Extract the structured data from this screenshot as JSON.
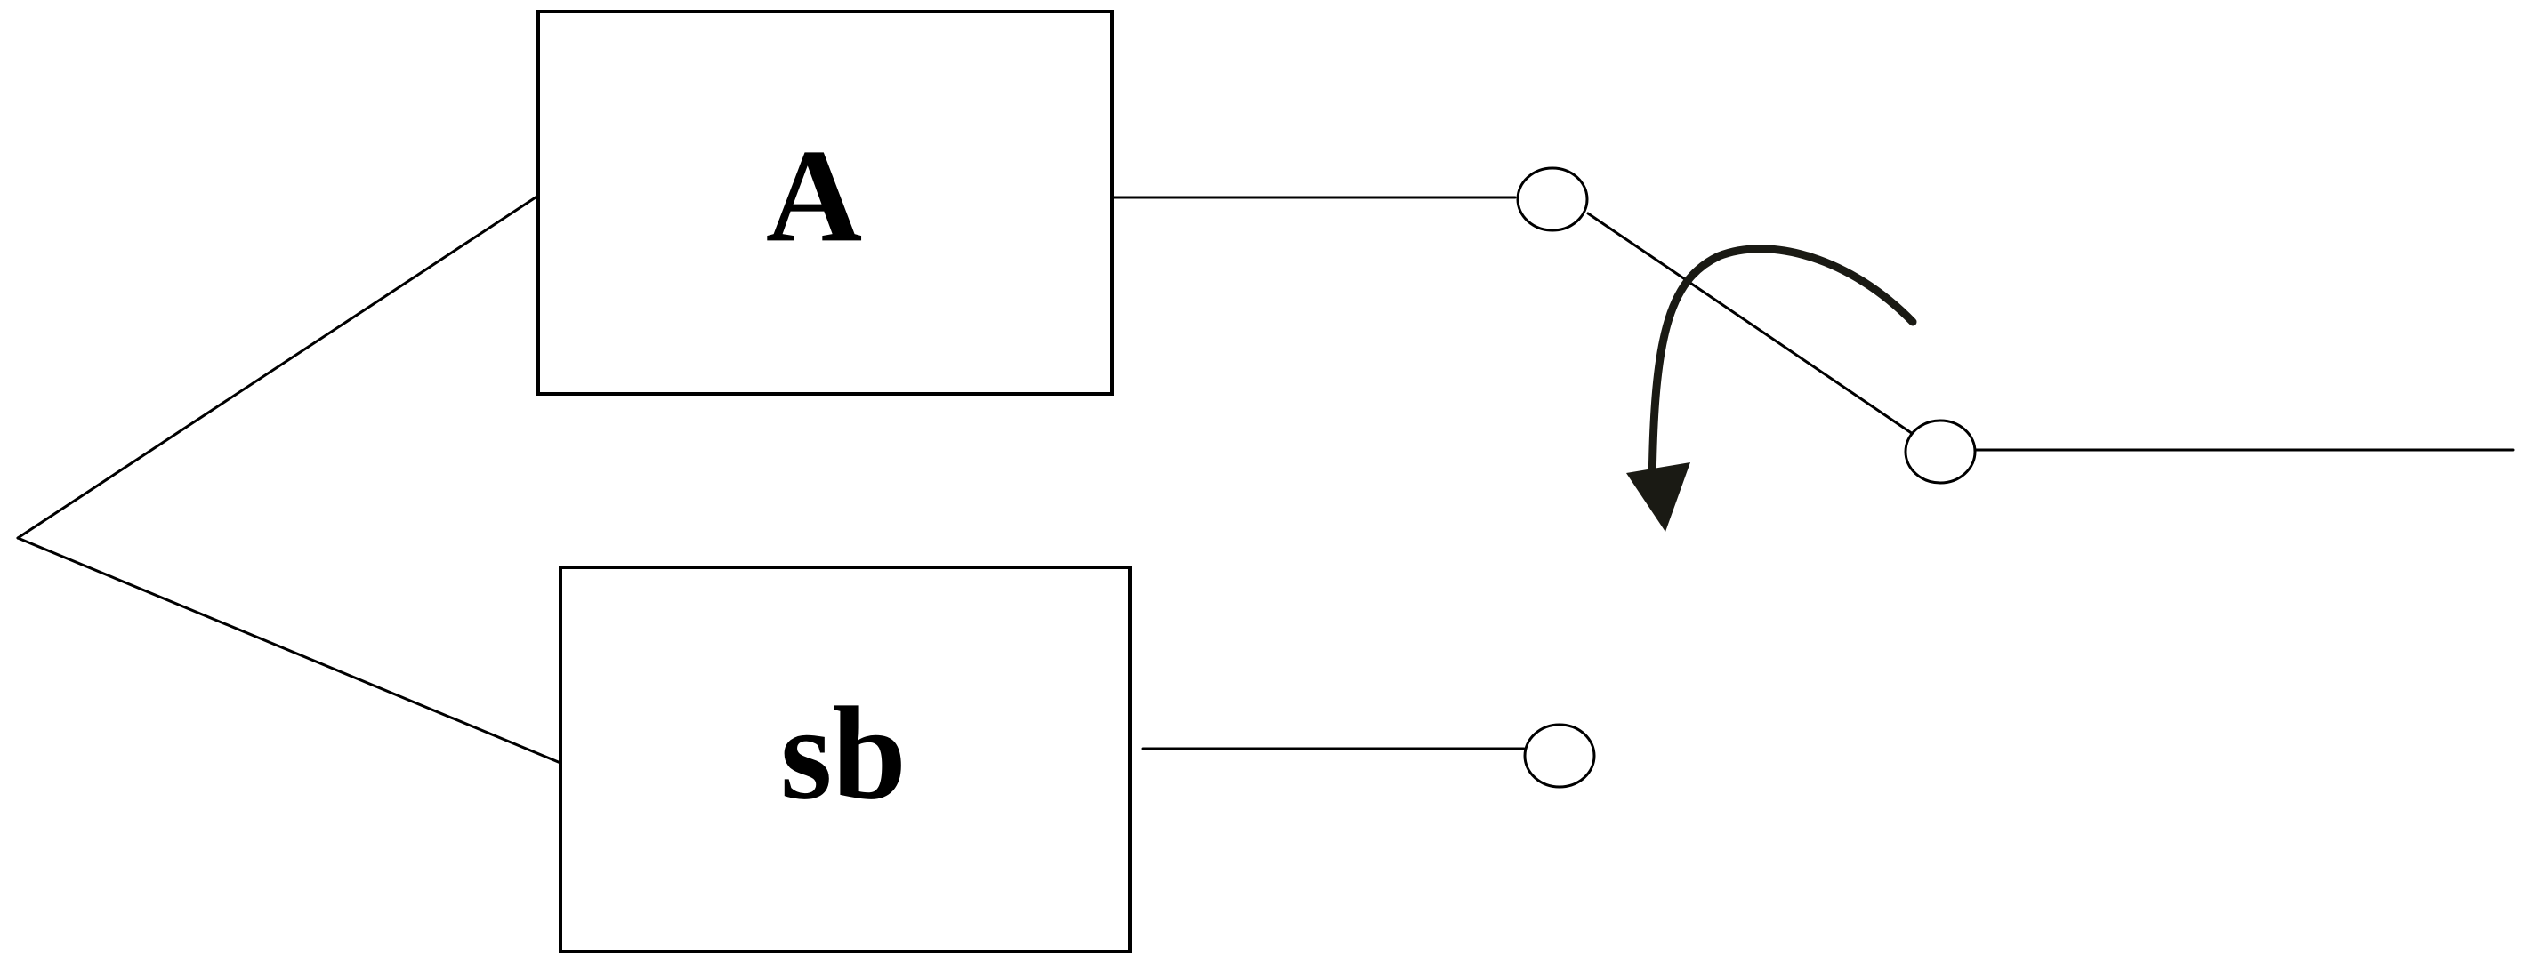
{
  "blocks": {
    "top": {
      "label": "A"
    },
    "bottom": {
      "label": "sb"
    }
  },
  "terminals": [
    "top-output",
    "switch-output",
    "bottom-output"
  ],
  "switch": {
    "state": "connected to top block",
    "direction_arrow": "counter-clockwise"
  },
  "colors": {
    "lines": "#000000",
    "arrow": "#1a1a14",
    "background": "#ffffff"
  }
}
